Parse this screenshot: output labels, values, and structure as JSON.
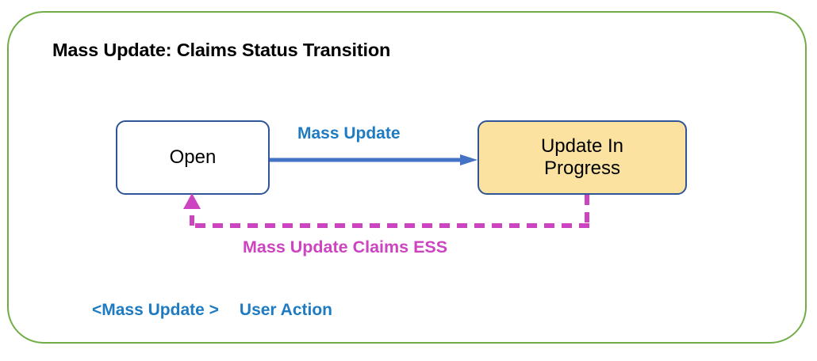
{
  "diagram": {
    "title": "Mass Update: Claims Status Transition",
    "frame_color": "#70AD47",
    "nodes": [
      {
        "id": "open",
        "label": "Open",
        "fill": "#FFFFFF",
        "border": "#2F5597"
      },
      {
        "id": "update-in-progress",
        "label": "Update In Progress",
        "label_line_1": "Update In",
        "label_line_2": "Progress",
        "fill": "#FBE2A0",
        "border": "#2F5597"
      }
    ],
    "edges": [
      {
        "id": "mass-update",
        "label": "Mass Update",
        "from": "open",
        "to": "update-in-progress",
        "style": "solid",
        "color": "#4472C4",
        "label_color": "#1F7BC1"
      },
      {
        "id": "mass-update-claims-ess",
        "label": "Mass Update Claims ESS",
        "from": "update-in-progress",
        "to": "open",
        "style": "dashed",
        "color": "#CC44C0",
        "label_color": "#CC44C0"
      }
    ],
    "legend": {
      "key": "<Mass Update >",
      "value": "User Action",
      "color": "#1F7BC1"
    }
  }
}
